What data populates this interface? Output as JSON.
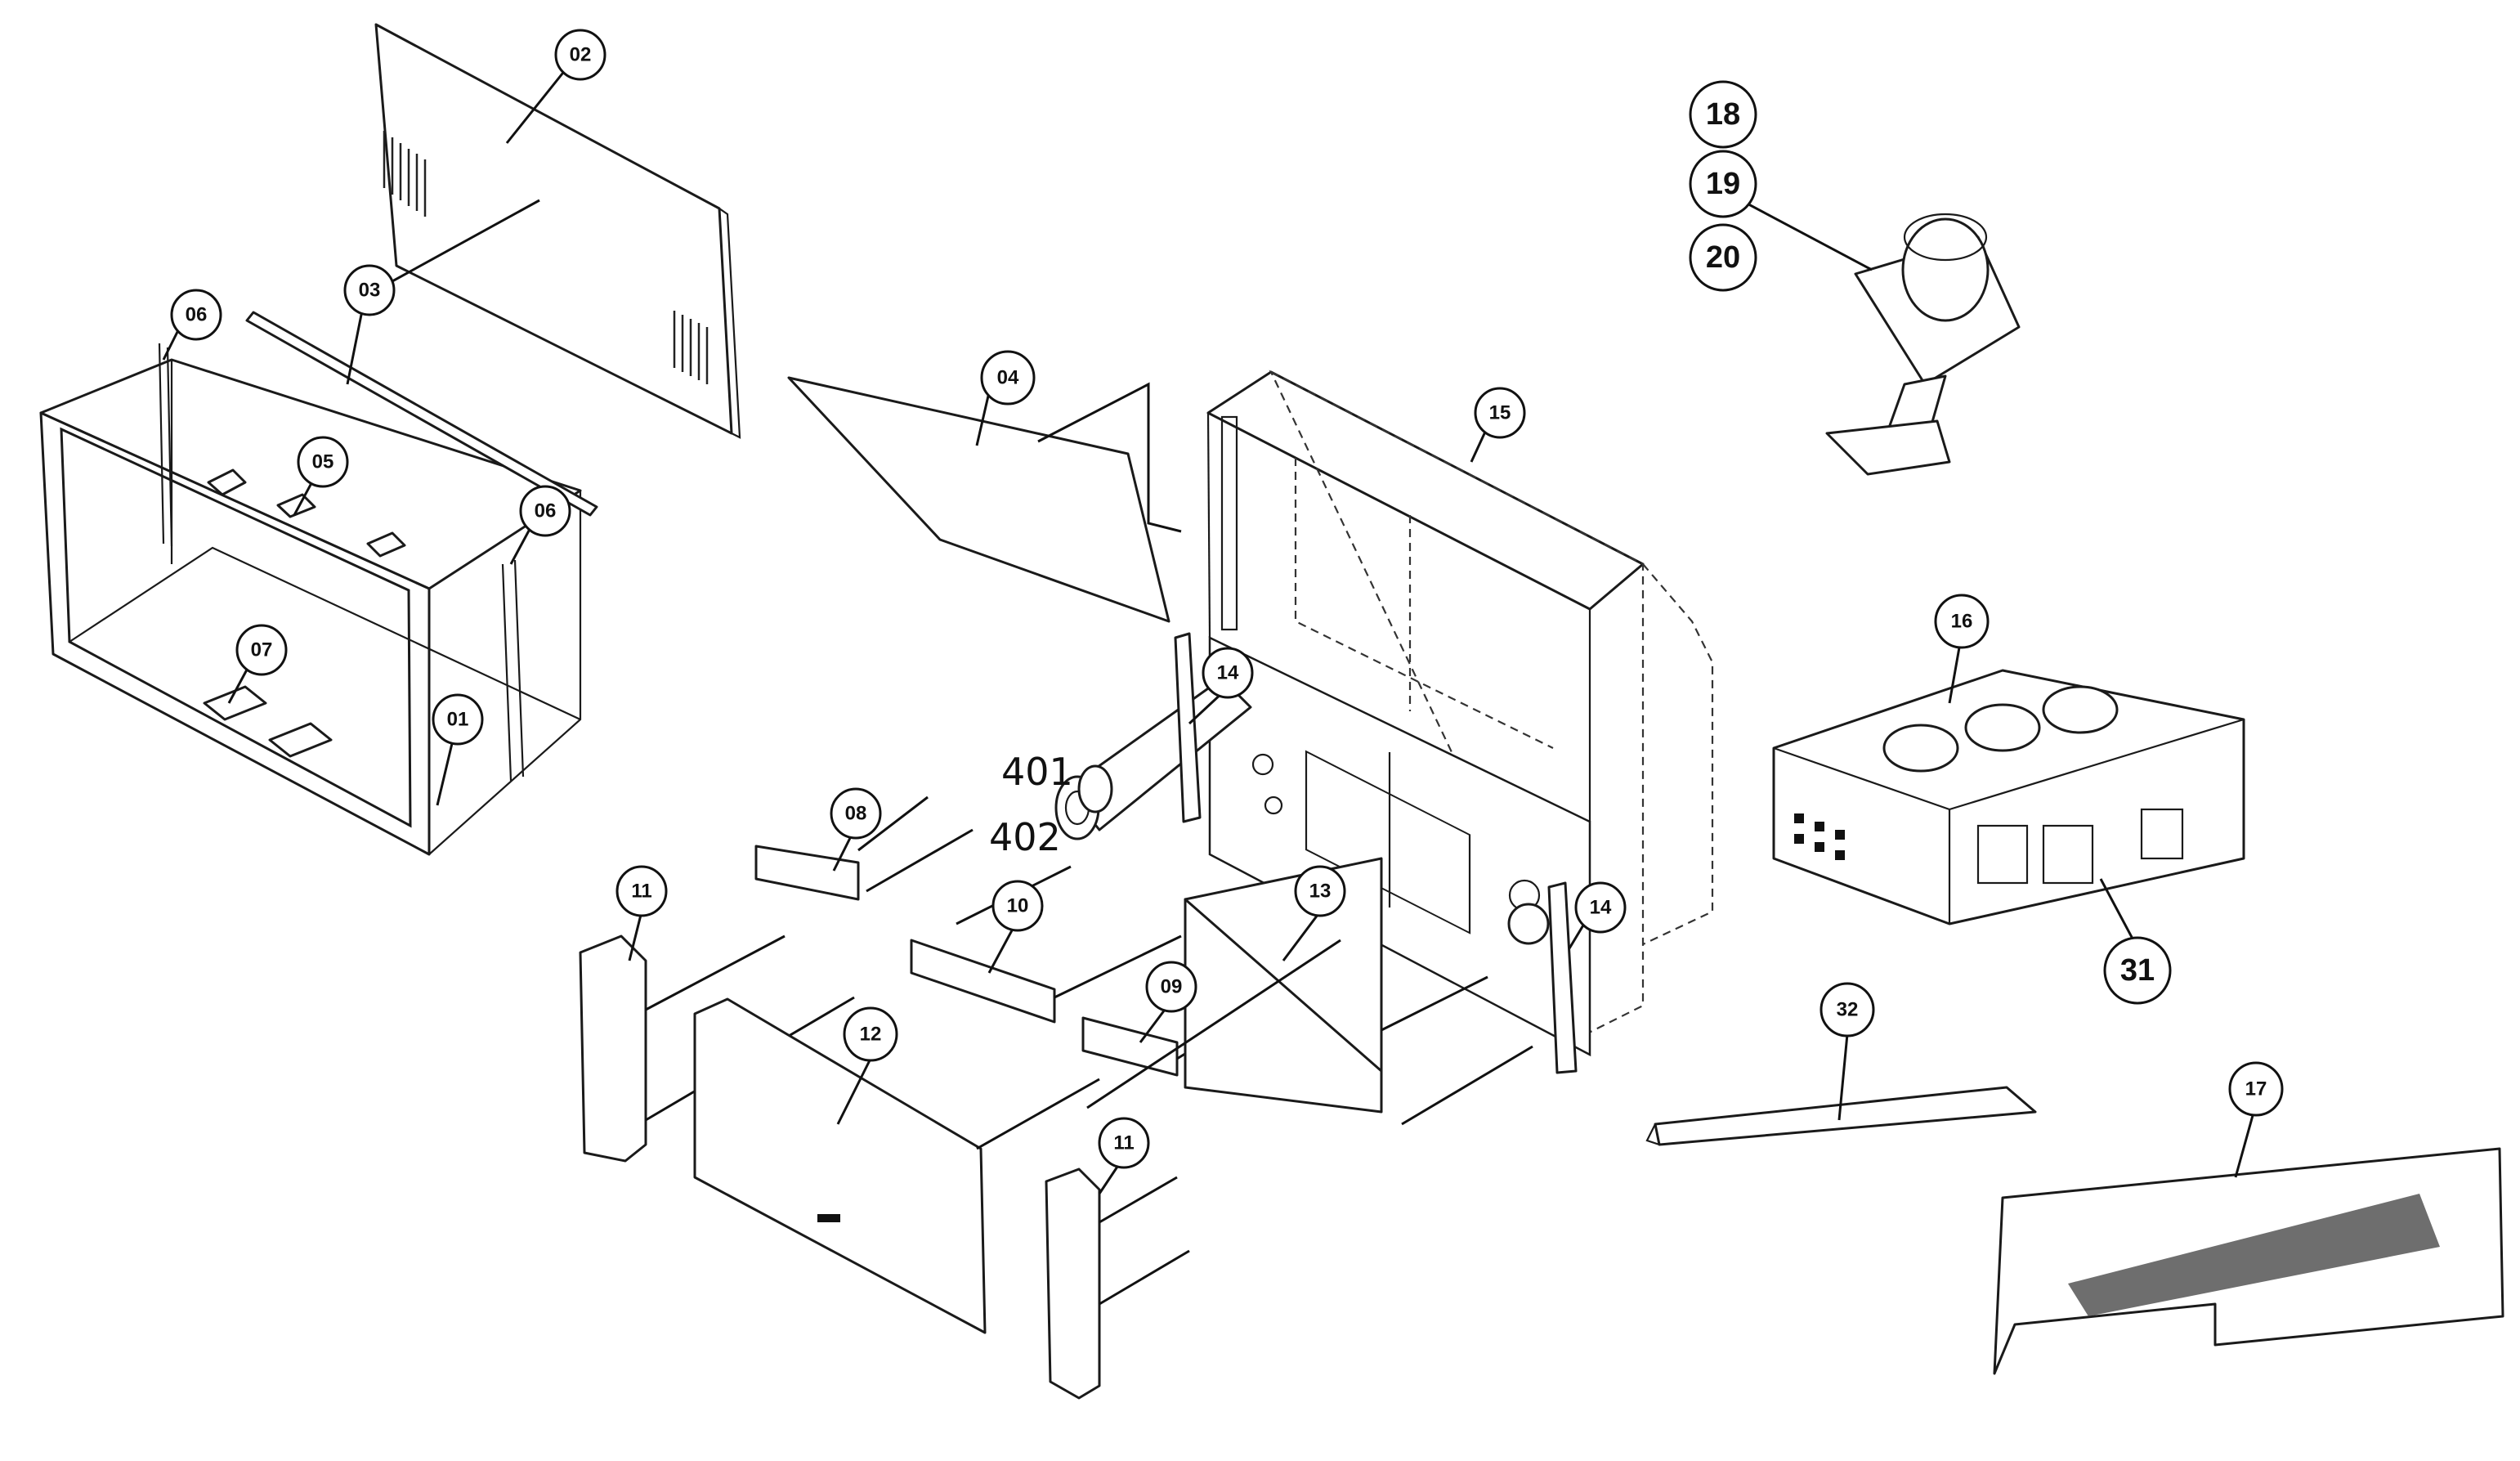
{
  "callouts": [
    {
      "id": "c01",
      "label": "01"
    },
    {
      "id": "c02",
      "label": "02"
    },
    {
      "id": "c03",
      "label": "03"
    },
    {
      "id": "c04",
      "label": "04"
    },
    {
      "id": "c05",
      "label": "05"
    },
    {
      "id": "c06a",
      "label": "06"
    },
    {
      "id": "c06b",
      "label": "06"
    },
    {
      "id": "c07",
      "label": "07"
    },
    {
      "id": "c08",
      "label": "08"
    },
    {
      "id": "c09",
      "label": "09"
    },
    {
      "id": "c10",
      "label": "10"
    },
    {
      "id": "c11a",
      "label": "11"
    },
    {
      "id": "c11b",
      "label": "11"
    },
    {
      "id": "c12",
      "label": "12"
    },
    {
      "id": "c13",
      "label": "13"
    },
    {
      "id": "c14a",
      "label": "14"
    },
    {
      "id": "c14b",
      "label": "14"
    },
    {
      "id": "c15",
      "label": "15"
    },
    {
      "id": "c16",
      "label": "16"
    },
    {
      "id": "c17",
      "label": "17"
    },
    {
      "id": "c18",
      "label": "18"
    },
    {
      "id": "c19",
      "label": "19"
    },
    {
      "id": "c20",
      "label": "20"
    },
    {
      "id": "c31",
      "label": "31"
    },
    {
      "id": "c32",
      "label": "32"
    }
  ],
  "handwritten": [
    {
      "id": "h401",
      "label": "401"
    },
    {
      "id": "h402",
      "label": "402"
    }
  ]
}
